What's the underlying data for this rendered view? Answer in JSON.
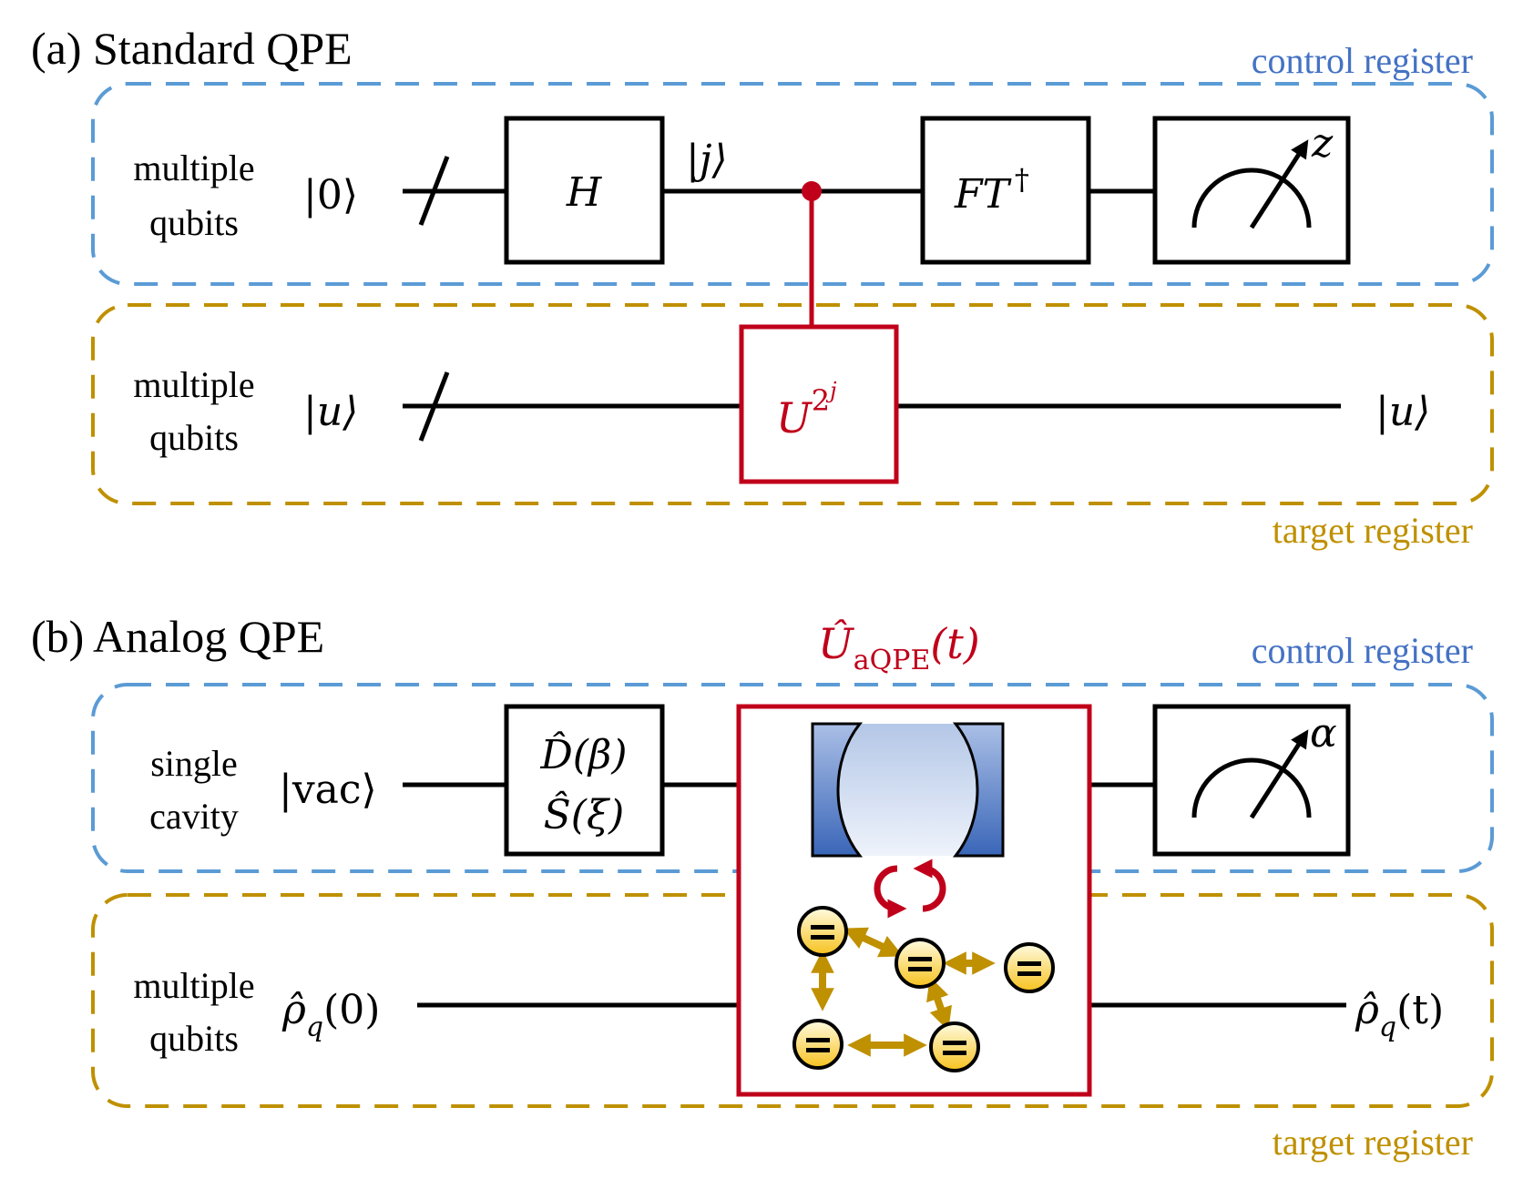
{
  "panel_a": {
    "title": "(a) Standard QPE",
    "control_register_label": "control register",
    "target_register_label": "target register",
    "control_side_label_line1": "multiple",
    "control_side_label_line2": "qubits",
    "target_side_label_line1": "multiple",
    "target_side_label_line2": "qubits",
    "control_input": "|0⟩",
    "target_input": "|u⟩",
    "target_output": "|u⟩",
    "wire_label": "|j⟩",
    "hadamard_label": "H",
    "inverse_ft_label": "FT",
    "inverse_ft_sup": "†",
    "controlled_u_base": "U",
    "controlled_u_exp": "2",
    "controlled_u_exp_sup": "j",
    "measure_label": "z"
  },
  "panel_b": {
    "title": "(b) Analog QPE",
    "control_register_label": "control register",
    "target_register_label": "target register",
    "control_side_label_line1": "single",
    "control_side_label_line2": "cavity",
    "target_side_label_line1": "multiple",
    "target_side_label_line2": "qubits",
    "control_input": "|vac⟩",
    "target_input_base": "ρ̂",
    "target_input_sub": "q",
    "target_input_arg": "(0)",
    "target_output_base": "ρ̂",
    "target_output_sub": "q",
    "target_output_arg": "(t)",
    "prep_line1": "D̂(β)",
    "prep_line2": "Ŝ(ξ)",
    "evolution_base": "Û",
    "evolution_sub": "aQPE",
    "evolution_arg": "(t)",
    "measure_label": "α"
  },
  "colors": {
    "control_register": "#5b9bd5",
    "target_register": "#bf9000",
    "highlight": "#c0001a",
    "cavity_mirror": "#4472c4",
    "qubit_coupling": "#bf9000"
  }
}
